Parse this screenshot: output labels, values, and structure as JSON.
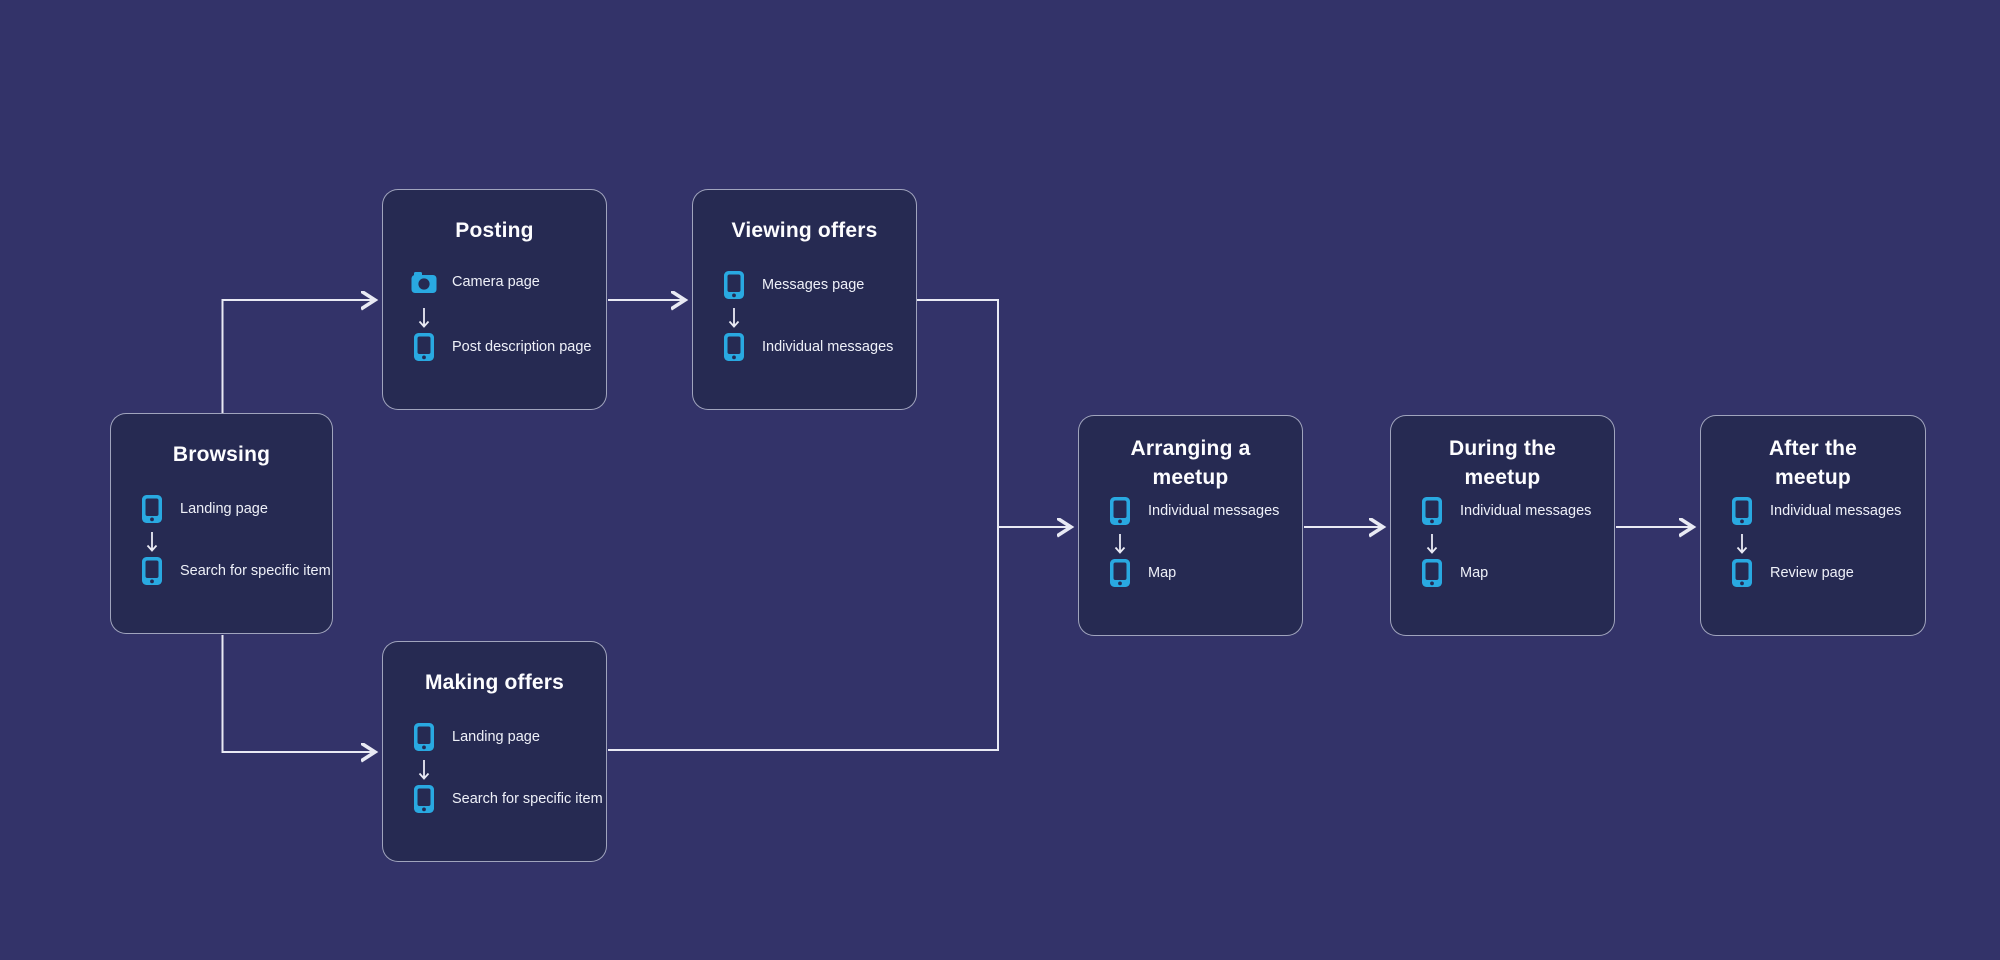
{
  "canvas": {
    "background_color": "#333369",
    "card_fill_color": "#262a52",
    "card_border_color": "#c3c7db",
    "connector_color": "#e9eaf4",
    "icon_color": "#29a9e1"
  },
  "cards": [
    {
      "id": "browsing",
      "title_lines": [
        "Browsing"
      ],
      "items": [
        {
          "icon": "phone-icon",
          "label": "Landing page"
        },
        {
          "icon": "phone-icon",
          "label": "Search for specific item"
        }
      ]
    },
    {
      "id": "posting",
      "title_lines": [
        "Posting"
      ],
      "items": [
        {
          "icon": "camera-icon",
          "label": "Camera page"
        },
        {
          "icon": "phone-icon",
          "label": "Post description page"
        }
      ]
    },
    {
      "id": "viewing-offers",
      "title_lines": [
        "Viewing offers"
      ],
      "items": [
        {
          "icon": "phone-icon",
          "label": "Messages page"
        },
        {
          "icon": "phone-icon",
          "label": "Individual messages"
        }
      ]
    },
    {
      "id": "making-offers",
      "title_lines": [
        "Making offers"
      ],
      "items": [
        {
          "icon": "phone-icon",
          "label": "Landing page"
        },
        {
          "icon": "phone-icon",
          "label": "Search for specific item"
        }
      ]
    },
    {
      "id": "arranging-meetup",
      "title_lines": [
        "Arranging a",
        "meetup"
      ],
      "items": [
        {
          "icon": "phone-icon",
          "label": "Individual messages"
        },
        {
          "icon": "phone-icon",
          "label": "Map"
        }
      ]
    },
    {
      "id": "during-meetup",
      "title_lines": [
        "During the",
        "meetup"
      ],
      "items": [
        {
          "icon": "phone-icon",
          "label": "Individual messages"
        },
        {
          "icon": "phone-icon",
          "label": "Map"
        }
      ]
    },
    {
      "id": "after-meetup",
      "title_lines": [
        "After the",
        "meetup"
      ],
      "items": [
        {
          "icon": "phone-icon",
          "label": "Individual messages"
        },
        {
          "icon": "phone-icon",
          "label": "Review page"
        }
      ]
    }
  ],
  "edges": [
    {
      "from": "browsing",
      "to": "posting"
    },
    {
      "from": "browsing",
      "to": "making-offers"
    },
    {
      "from": "posting",
      "to": "viewing-offers"
    },
    {
      "from": "viewing-offers",
      "to": "arranging-meetup"
    },
    {
      "from": "making-offers",
      "to": "arranging-meetup"
    },
    {
      "from": "arranging-meetup",
      "to": "during-meetup"
    },
    {
      "from": "during-meetup",
      "to": "after-meetup"
    }
  ]
}
